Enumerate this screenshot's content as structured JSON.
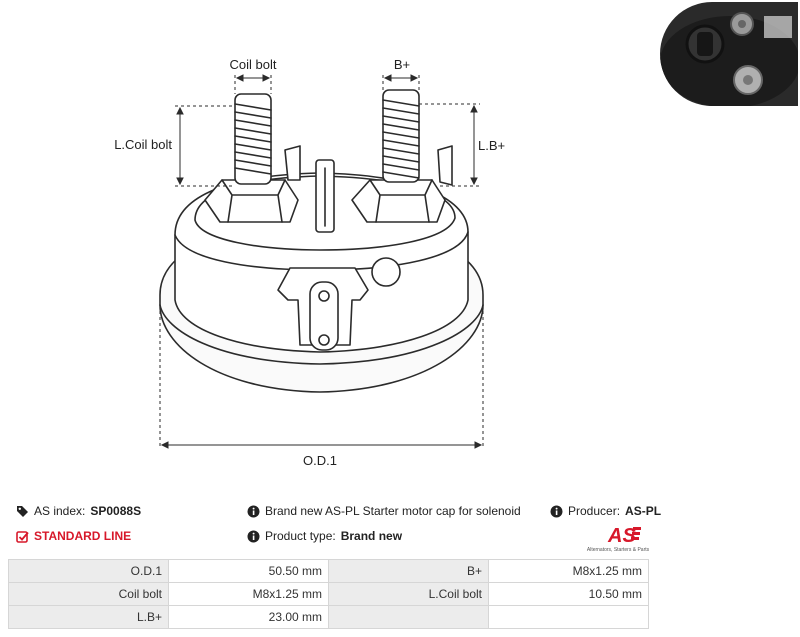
{
  "drawing": {
    "labels": {
      "coil_bolt": "Coil bolt",
      "b_plus": "B+",
      "l_coil_bolt": "L.Coil bolt",
      "l_b_plus": "L.B+",
      "od1": "O.D.1"
    }
  },
  "info": {
    "as_index_label": "AS index:",
    "as_index_value": "SP0088S",
    "standard_line": "STANDARD LINE",
    "description": "Brand new AS-PL Starter motor cap for solenoid",
    "product_type_label": "Product type:",
    "product_type_value": "Brand new",
    "producer_label": "Producer:",
    "producer_value": "AS-PL",
    "logo_text": "AS",
    "logo_tagline": "Alternators, Starters & Parts"
  },
  "specs": [
    {
      "k1": "O.D.1",
      "v1": "50.50 mm",
      "k2": "B+",
      "v2": "M8x1.25 mm"
    },
    {
      "k1": "Coil bolt",
      "v1": "M8x1.25 mm",
      "k2": "L.Coil bolt",
      "v2": "10.50 mm"
    },
    {
      "k1": "L.B+",
      "v1": "23.00 mm",
      "k2": "",
      "v2": ""
    }
  ],
  "colors": {
    "accent": "#d7182a",
    "header_cell": "#ececec",
    "border": "#d6d6d6"
  }
}
